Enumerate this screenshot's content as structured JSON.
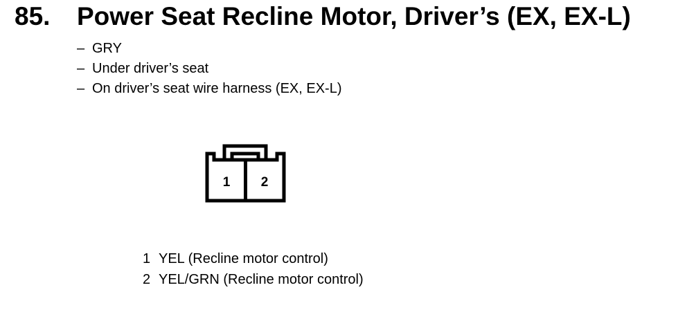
{
  "heading": {
    "number": "85.",
    "title": "Power Seat Recline Motor, Driver’s (EX, EX-L)"
  },
  "info": [
    {
      "dash": "–",
      "text": "GRY"
    },
    {
      "dash": "–",
      "text": "Under driver’s seat"
    },
    {
      "dash": "–",
      "text": "On driver’s seat wire harness (EX, EX-L)"
    }
  ],
  "connector": {
    "terminals": [
      "1",
      "2"
    ]
  },
  "pins": [
    {
      "number": "1",
      "description": "YEL (Recline motor control)"
    },
    {
      "number": "2",
      "description": "YEL/GRN (Recline motor control)"
    }
  ]
}
